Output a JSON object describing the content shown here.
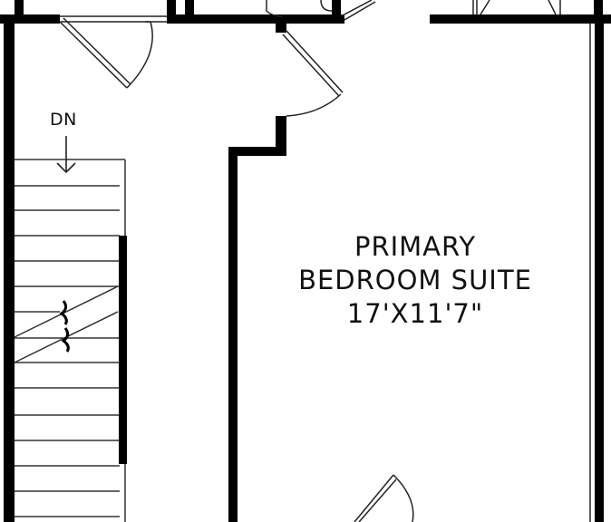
{
  "floor_plan": {
    "room": {
      "name_line1": "PRIMARY",
      "name_line2": "BEDROOM SUITE",
      "dimensions": "17'X11'7\""
    },
    "stairs": {
      "direction_label": "DN"
    }
  },
  "colors": {
    "wall": "#000000",
    "line": "#222222",
    "background": "#ffffff"
  }
}
